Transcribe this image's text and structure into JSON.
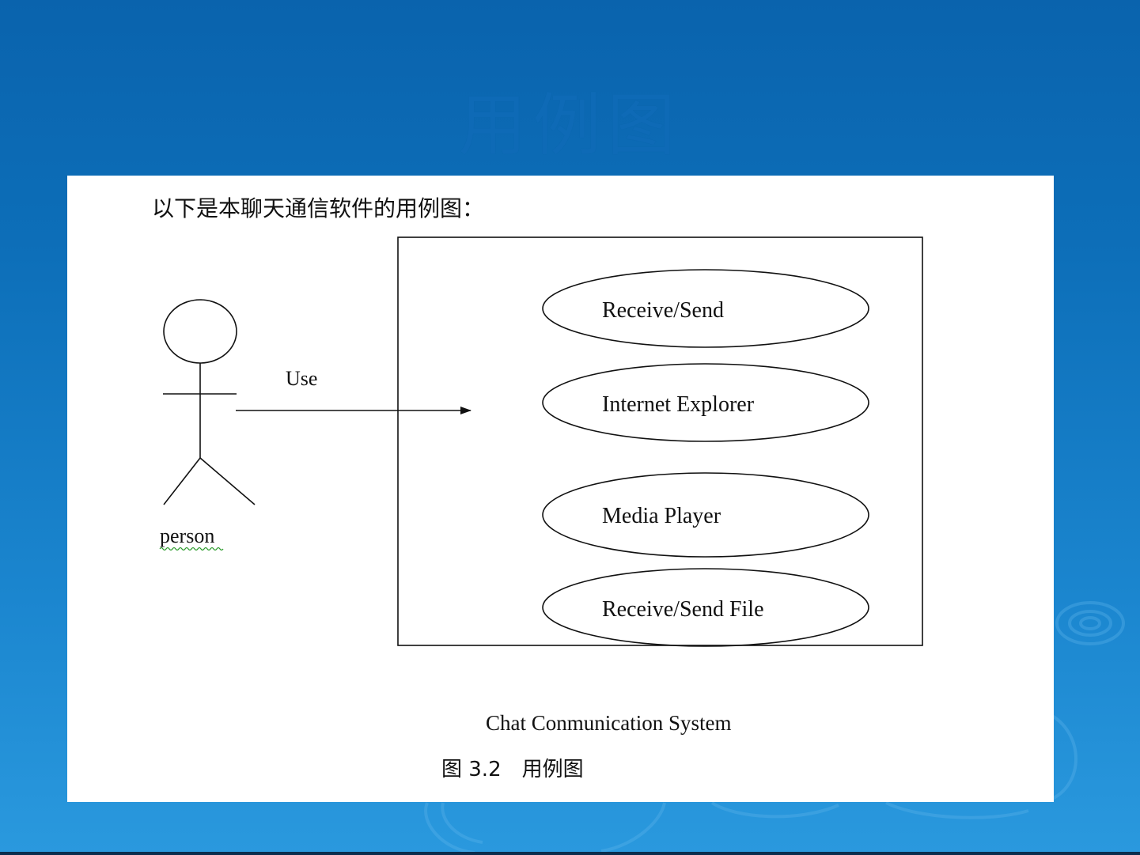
{
  "slide": {
    "title": "用例图",
    "background_color": "#0d6fb9",
    "title_color": "#0e6ab6"
  },
  "panel": {
    "intro": "以下是本聊天通信软件的用例图：",
    "caption": "图 3.2　用例图"
  },
  "diagram": {
    "actor": {
      "label": "person"
    },
    "association": {
      "label": "Use"
    },
    "system": {
      "label": "Chat Conmunication System"
    },
    "use_cases": [
      {
        "label": "Receive/Send"
      },
      {
        "label": "Internet Explorer"
      },
      {
        "label": "Media Player"
      },
      {
        "label": "Receive/Send File"
      }
    ]
  }
}
